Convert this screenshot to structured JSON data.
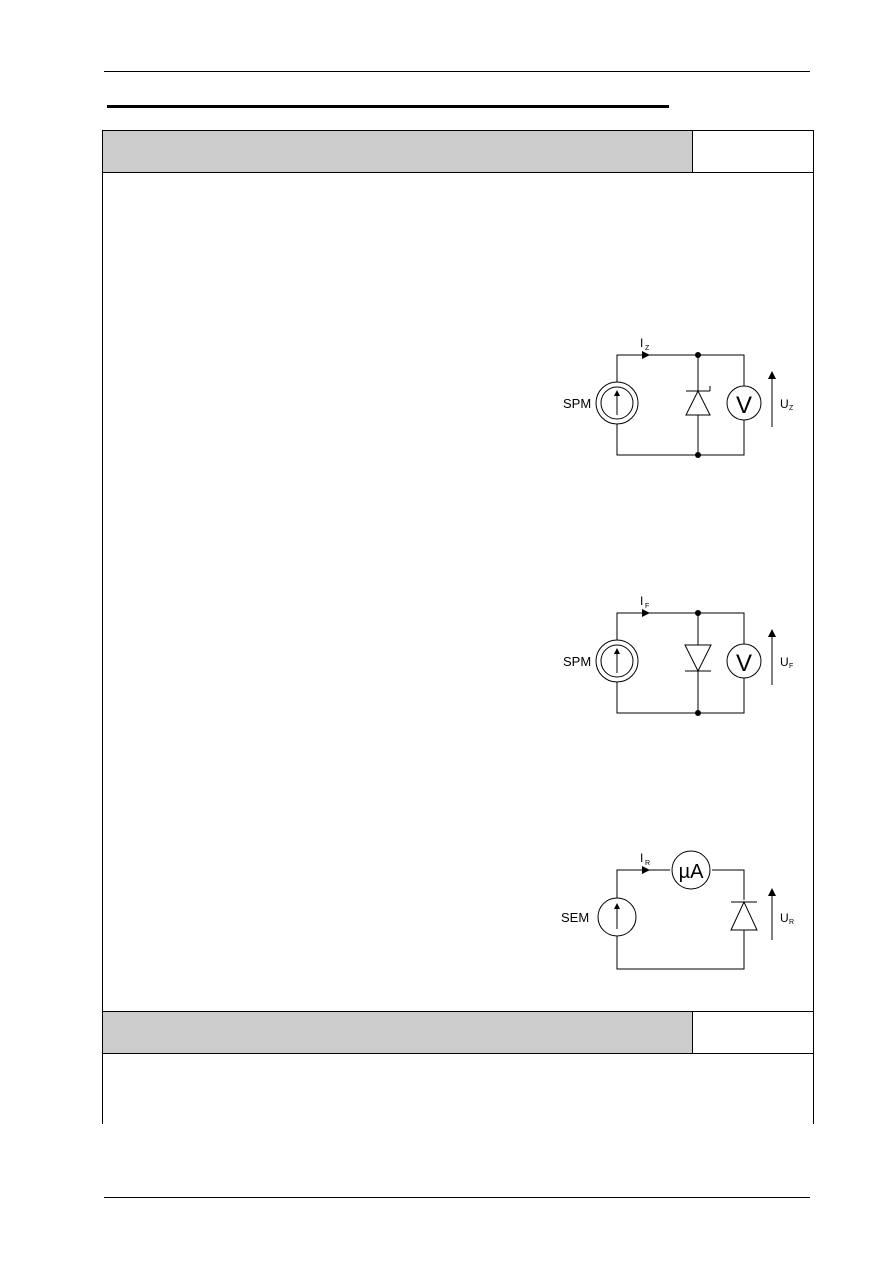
{
  "circuits": {
    "zener": {
      "current_label": "I",
      "current_sub": "Z",
      "source_label": "SPM",
      "meter_label": "V",
      "voltage_label": "U",
      "voltage_sub": "Z"
    },
    "forward": {
      "current_label": "I",
      "current_sub": "F",
      "source_label": "SPM",
      "meter_label": "V",
      "voltage_label": "U",
      "voltage_sub": "F"
    },
    "reverse": {
      "current_label": "I",
      "current_sub": "R",
      "source_label": "SEM",
      "meter_label": "µA",
      "voltage_label": "U",
      "voltage_sub": "R"
    }
  }
}
